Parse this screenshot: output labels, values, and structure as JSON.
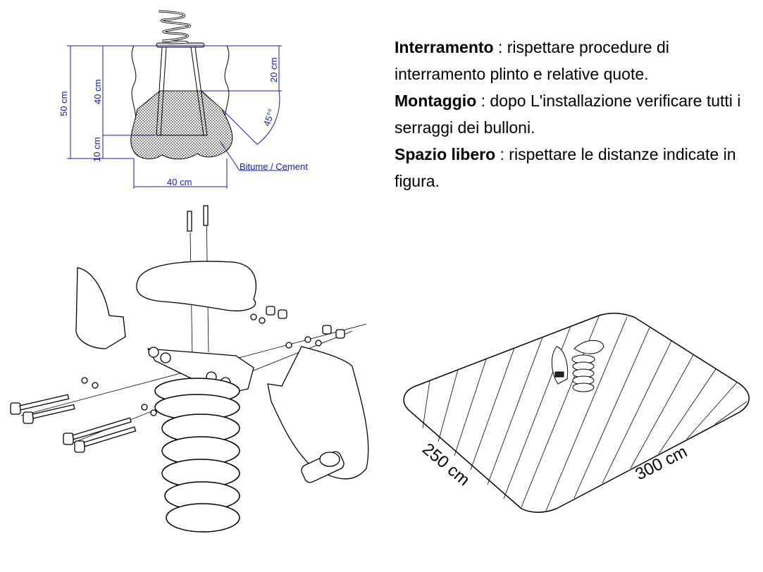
{
  "notes": [
    {
      "title": "Interramento",
      "text": " : rispettare procedure di interramento plinto e relative quote."
    },
    {
      "title": "Montaggio",
      "text": " : dopo L'installazione verificare tutti i serraggi dei bulloni."
    },
    {
      "title": "Spazio libero",
      "text": " : rispettare le distanze indicate in figura."
    }
  ],
  "foundation": {
    "depth_total": "50 cm",
    "depth_anchor": "40 cm",
    "depth_top": "20 cm",
    "depth_base": "10 cm",
    "width": "40 cm",
    "angle": "45°°",
    "material": "Bitume / Cement"
  },
  "safety_area": {
    "width": "250 cm",
    "length": "300 cm"
  },
  "colors": {
    "dimension": "#1a1aa6",
    "line": "#000000"
  }
}
